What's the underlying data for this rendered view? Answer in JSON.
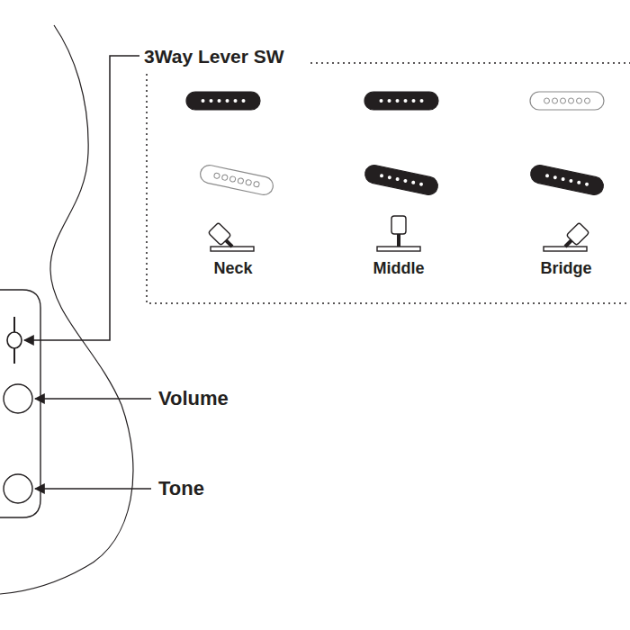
{
  "diagram": {
    "labels": [
      "3Way Lever SW",
      "Neck",
      "Middle",
      "Bridge",
      "Volume",
      "Tone"
    ]
  }
}
